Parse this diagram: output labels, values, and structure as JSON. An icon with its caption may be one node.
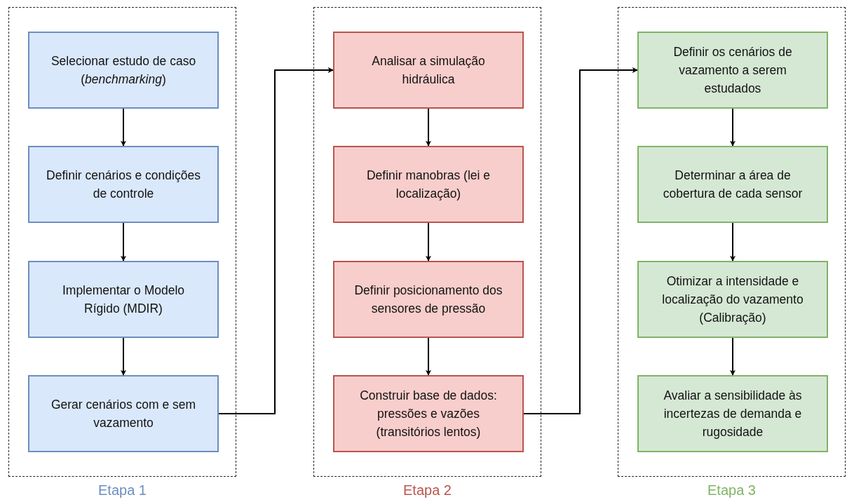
{
  "diagram": {
    "nodes": [
      {
        "text": [
          "Etapa 1"
        ]
      },
      {
        "text": [
          "Selecionar estudo de caso (*benchmarking*)"
        ],
        "in": 0
      },
      {
        "text": [
          "Definir cenários e condições de controle"
        ],
        "in": 0
      },
      {
        "text": [
          "Implementar o Modelo Rígido (MDIR)"
        ],
        "in": 0
      },
      {
        "text": [
          "Gerar cenários com e sem vazamento"
        ],
        "in": 0
      },
      {
        "text": [
          "Etapa 2"
        ]
      },
      {
        "text": [
          "Analisar a simulação hidráulica"
        ],
        "in": 5
      },
      {
        "text": [
          "Definir manobras (lei e localização)"
        ],
        "in": 5
      },
      {
        "text": [
          "Definir posicionamento dos sensores de pressão"
        ],
        "in": 5
      },
      {
        "text": [
          "Construir base de dados: pressões e vazões (transitórios lentos)"
        ],
        "in": 5
      },
      {
        "text": [
          "Etapa 3"
        ]
      },
      {
        "text": [
          "Definir os cenários de vazamento a serem estudados"
        ],
        "in": 10
      },
      {
        "text": [
          "Determinar a área de cobertura de cada sensor"
        ],
        "in": 10
      },
      {
        "text": [
          "Otimizar a intensidade e localização do vazamento (Calibração)"
        ],
        "in": 10
      },
      {
        "text": [
          "Avaliar a sensibilidade às incertezas de demanda e rugosidade"
        ],
        "in": 10
      }
    ],
    "edges": [
      {
        "from": 1,
        "to": 2,
        "arrow": "to"
      },
      {
        "from": 2,
        "to": 3,
        "arrow": "to"
      },
      {
        "from": 3,
        "to": 4,
        "arrow": "to"
      },
      {
        "from": 4,
        "to": 6,
        "arrow": "to"
      },
      {
        "from": 6,
        "to": 7,
        "arrow": "to"
      },
      {
        "from": 7,
        "to": 8,
        "arrow": "to"
      },
      {
        "from": 8,
        "to": 9,
        "arrow": "to"
      },
      {
        "from": 9,
        "to": 11,
        "arrow": "to"
      },
      {
        "from": 11,
        "to": 12,
        "arrow": "to"
      },
      {
        "from": 12,
        "to": 13,
        "arrow": "to"
      },
      {
        "from": 13,
        "to": 14,
        "arrow": "to"
      }
    ]
  }
}
